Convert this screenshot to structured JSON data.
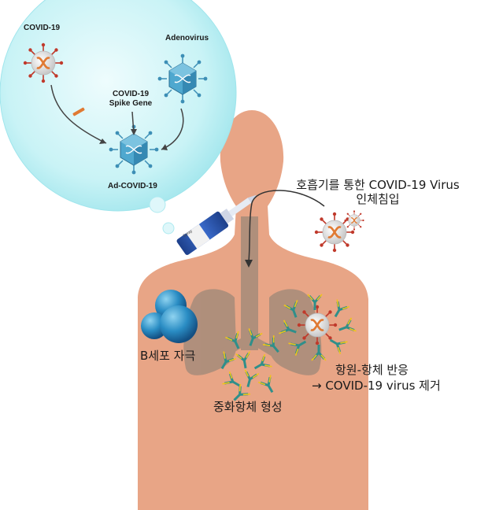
{
  "bubble": {
    "covid_label": "COVID-19",
    "adenovirus_label": "Adenovirus",
    "spike_gene_label_line1": "COVID-19",
    "spike_gene_label_line2": "Spike Gene",
    "ad_covid_label": "Ad-COVID-19"
  },
  "spray_label": "Spray",
  "inhalation_label_line1": "호흡기를 통한 COVID-19 Virus",
  "inhalation_label_line2": "인체침입",
  "b_cell_label": "B세포 자극",
  "neutralizing_label": "중화항체 형성",
  "reaction_label_line1": "항원-항체 반응",
  "reaction_label_line2": "→ COVID-19 virus 제거",
  "colors": {
    "skin": "#e8a586",
    "bubble": "#c9f3f6",
    "lung": "#9d8878",
    "virus_core": "#e07a33",
    "virus_spike": "#c0392b",
    "adenovirus": "#3d8fb6",
    "antibody": "#3aa6a0",
    "b_cell": "#1f6fa8"
  }
}
